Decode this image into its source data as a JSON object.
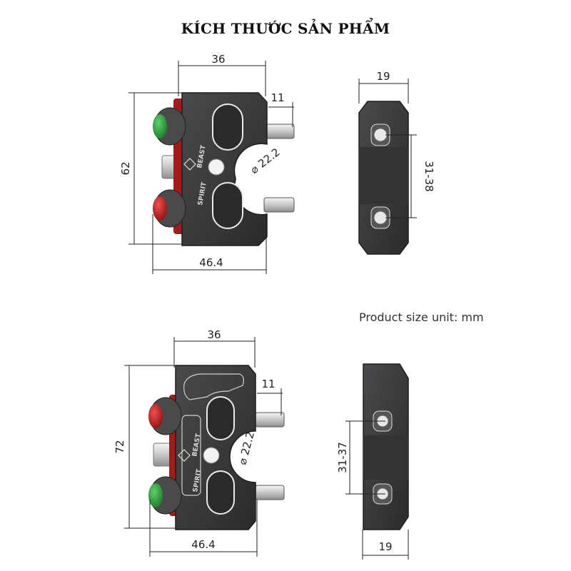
{
  "title": "KÍCH THƯỚC SẢN PHẨM",
  "unit_note": "Product size unit: mm",
  "brand": {
    "line1": "SPIRIT",
    "line2": "BEAST"
  },
  "top_view": {
    "width_top": "36",
    "pin": "11",
    "height": "62",
    "diameter": "⌀ 22.2",
    "width_bottom": "46.4",
    "button_top_color": "#2e9b3e",
    "button_bottom_color": "#c62828"
  },
  "top_side": {
    "width": "19",
    "range": "31-38"
  },
  "bottom_view": {
    "width_top": "36",
    "pin": "11",
    "height": "72",
    "diameter": "⌀ 22.2",
    "width_bottom": "46.4",
    "button_top_color": "#c62828",
    "button_bottom_color": "#2e9b3e"
  },
  "bottom_side": {
    "width": "19",
    "range": "31-37"
  },
  "colors": {
    "body": "#3a3a3c",
    "body_dark": "#2a2a2c",
    "accent_red": "#b01e1e"
  }
}
